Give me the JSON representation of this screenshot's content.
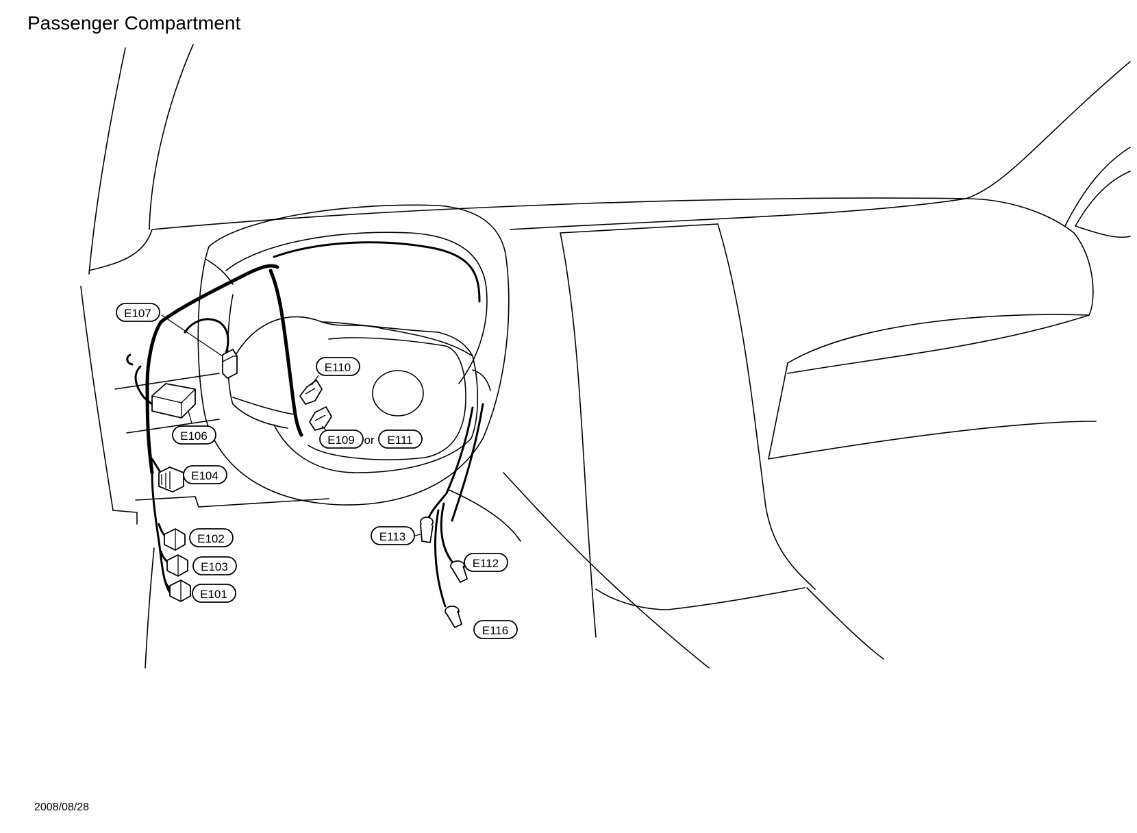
{
  "title": "Passenger Compartment",
  "date": "2008/08/28",
  "connectors": {
    "e101": "E101",
    "e102": "E102",
    "e103": "E103",
    "e104": "E104",
    "e106": "E106",
    "e107": "E107",
    "e109": "E109",
    "e110": "E110",
    "e111": "E111",
    "e112": "E112",
    "e113": "E113",
    "e116": "E116"
  },
  "connector_or": "or"
}
